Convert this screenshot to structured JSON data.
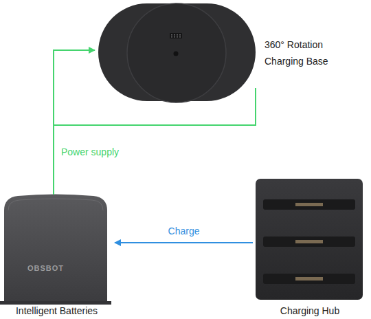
{
  "diagram": {
    "nodes": [
      {
        "text": [
          "360° Rotation Charging Base"
        ]
      },
      {
        "text": [
          "Intelligent Batteries"
        ]
      },
      {
        "text": [
          "Charging Hub"
        ]
      }
    ],
    "edges": [
      {
        "from": 1,
        "to": 0,
        "arrow": "to",
        "label": "Power supply"
      },
      {
        "from": 2,
        "to": 1,
        "arrow": "to",
        "label": "Charge"
      }
    ],
    "labels": [
      "OBSBOT"
    ]
  }
}
